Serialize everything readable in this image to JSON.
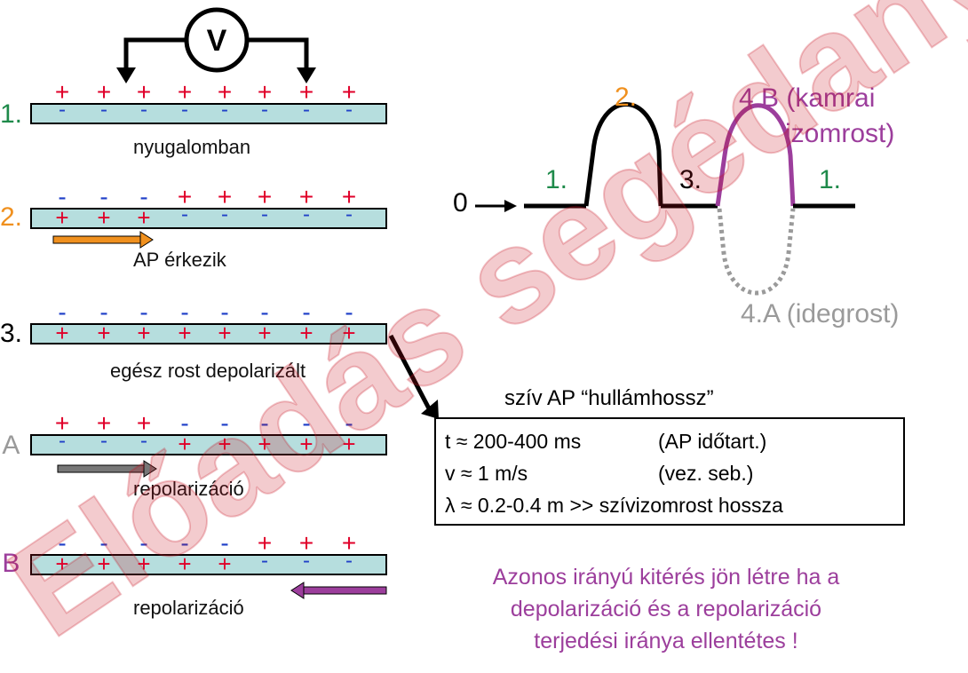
{
  "voltmeter": {
    "symbol": "V"
  },
  "strips": [
    {
      "number": "1.",
      "caption": "nyugalomban",
      "top_signs": [
        "+",
        "+",
        "+",
        "+",
        "+",
        "+",
        "+",
        "+"
      ],
      "bottom_signs": [
        "-",
        "-",
        "-",
        "-",
        "-",
        "-",
        "-",
        "-"
      ]
    },
    {
      "number": "2.",
      "caption": "AP érkezik",
      "top_signs": [
        "-",
        "-",
        "-",
        "+",
        "+",
        "+",
        "+",
        "+"
      ],
      "bottom_signs": [
        "+",
        "+",
        "+",
        "-",
        "-",
        "-",
        "-",
        "-"
      ]
    },
    {
      "number": "3.",
      "caption": "egész rost depolarizált",
      "top_signs": [
        "-",
        "-",
        "-",
        "-",
        "-",
        "-",
        "-",
        "-"
      ],
      "bottom_signs": [
        "+",
        "+",
        "+",
        "+",
        "+",
        "+",
        "+",
        "+"
      ]
    },
    {
      "number": ".A",
      "caption": "repolarizáció",
      "top_signs": [
        "+",
        "+",
        "+",
        "-",
        "-",
        "-",
        "-",
        "-"
      ],
      "bottom_signs": [
        "-",
        "-",
        "-",
        "+",
        "+",
        "+",
        "+",
        "+"
      ]
    },
    {
      "number": ".B",
      "caption": "repolarizáció",
      "top_signs": [
        "-",
        "-",
        "-",
        "-",
        "-",
        "+",
        "+",
        "+"
      ],
      "bottom_signs": [
        "+",
        "+",
        "+",
        "+",
        "+",
        "-",
        "-",
        "-"
      ]
    }
  ],
  "graph": {
    "zero_label": "0",
    "arrow_glyph": "→",
    "phase1_left": "1.",
    "phase2": "2.",
    "phase3": "3.",
    "phase1_right": "1.",
    "label_4b_line1": "4.B (kamrai",
    "label_4b_line2": "izomrost)",
    "label_4a": "4.A (idegrost)"
  },
  "info": {
    "title": "szív AP “hullámhossz”",
    "rows": [
      {
        "formula": "t ≈ 200-400 ms",
        "note": "(AP időtart.)"
      },
      {
        "formula": "v ≈ 1 m/s",
        "note": "(vez. seb.)"
      },
      {
        "formula": "λ ≈ 0.2-0.4 m >> szívizomrost hossza",
        "note": ""
      }
    ]
  },
  "conclusion": {
    "line1": "Azonos irányú kitérés jön létre ha a",
    "line2": "depolarizáció és a repolarizáció",
    "line3": "terjedési iránya ellentétes !"
  },
  "watermark": {
    "text": "Előadás segédanyag"
  },
  "colors": {
    "fiber_fill": "#b6dede",
    "plus": "#e0002a",
    "minus": "#2040c8",
    "green": "#1e8a4a",
    "orange": "#f0901e",
    "purple": "#9c3e9c",
    "gray": "#9a9a9a",
    "watermark": "#c8101e"
  }
}
